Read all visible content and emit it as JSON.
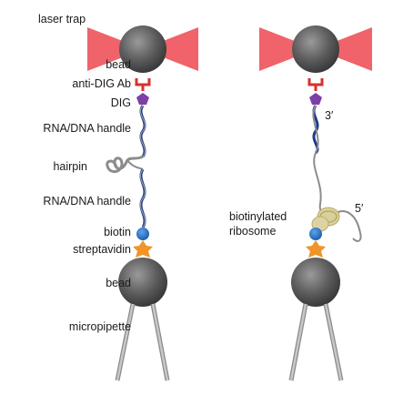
{
  "labels": {
    "laser_trap": "laser trap",
    "bead_top": "bead",
    "anti_dig": "anti-DIG Ab",
    "dig": "DIG",
    "handle_top": "RNA/DNA handle",
    "hairpin": "hairpin",
    "handle_bottom": "RNA/DNA handle",
    "biotin": "biotin",
    "streptavidin": "streptavidin",
    "bead_bottom": "bead",
    "micropipette": "micropipette",
    "biotinylated_ribosome": "biotinylated\nribosome",
    "three_prime": "3′",
    "five_prime": "5′"
  },
  "colors": {
    "laser": "#f0636a",
    "bead": "#6b6b6b",
    "antibody": "#d7322c",
    "dig": "#7b3fa6",
    "handle": "#1f3a8a",
    "hairpin": "#8c8c8c",
    "biotin": "#2b74c9",
    "streptavidin": "#f0952a",
    "ribosome": "#d9cf9a",
    "pipette": "#a6a6a6"
  }
}
